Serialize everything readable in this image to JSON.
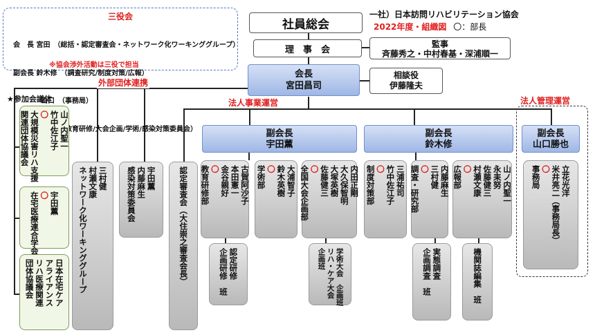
{
  "header": {
    "org_name": "一社）日本訪問リハビリテーション協会",
    "chart_title": "2022年度・組織図",
    "legend": "〇：部長"
  },
  "sanyaku": {
    "title": "三役会",
    "lines": [
      "会　長 宮田　（総括・認定審査会・ネットワーク化ワーキンググループ）",
      "副会長 鈴木修　（調査研究/制度対策/広報）",
      "　　　　山口　（事務局）",
      "　　　　宇田　（教育研修/大会企画/学術/感染対策委員会）"
    ],
    "note": "※協会渉外活動は三役で担当"
  },
  "general_meeting": "社員総会",
  "board": "理　事　会",
  "auditor": {
    "title": "監事",
    "names": "斉藤秀之・中村春基・深浦順一"
  },
  "president": {
    "title": "会長",
    "name": "宮田昌司"
  },
  "advisor": {
    "title": "相談役",
    "name": "伊藤隆夫"
  },
  "labels": {
    "external": "外部団体連携",
    "business": "法人事業運営",
    "management": "法人管理運営",
    "participating": "★参加会議体"
  },
  "vp_uda": {
    "title": "副会長",
    "name": "宇田薫"
  },
  "vp_suzuki": {
    "title": "副会長",
    "name": "鈴木修"
  },
  "vp_yamaguchi": {
    "title": "副会長",
    "name": "山口勝也"
  },
  "left_groups": [
    {
      "text": "大規模災害リハ支援\n関連団体協議会",
      "mark": "〇",
      "names": "山ノ内聖一\n竹中佐江子"
    },
    {
      "text": "在宅医療連合学会",
      "mark": "〇",
      "names": "宇田薫"
    },
    {
      "text": "日本在宅ケア\nアライアンス\nリハ医療関連\n団体協議会",
      "mark": "",
      "names": ""
    }
  ],
  "direct_boxes": [
    {
      "text": "ネットワーク化ワーキンググループ",
      "members": "三村健\n村瀬文康"
    },
    {
      "text": "感染対策委員会",
      "members": "宇田薫\n内藤麻生"
    },
    {
      "text": "認定審査会（大住崇之審査会長）",
      "members": ""
    }
  ],
  "uda_depts": [
    {
      "name": "教育研修部",
      "mark": "〇",
      "members": "古賀阿沙子\n本田憲一\n金谷親好"
    },
    {
      "name": "学術部",
      "mark": "〇",
      "members": "大浦智子\n鈴木英樹"
    },
    {
      "name": "全国大会企画部",
      "mark": "〇",
      "members": "内田正剛\n大久保智明\n大塚英樹\n佐藤健三"
    }
  ],
  "uda_teams": [
    {
      "text": "認定研修\n企画研修　班"
    },
    {
      "text": "学術大会　企画班\nリハ・ケア大会\n企画班"
    }
  ],
  "suzuki_depts": [
    {
      "name": "制度対策部",
      "mark": "〇",
      "members": "三浦祐司\n竹中佐江子"
    },
    {
      "name": "調査・研究部",
      "mark": "〇",
      "members": "内藤麻生\n三村健"
    },
    {
      "name": "広報部",
      "mark": "〇",
      "members": "山ノ内聖一\n永耒努\n佐藤健三\n村瀬文康"
    }
  ],
  "suzuki_teams": [
    {
      "text": "実態調査\n企画調査　班"
    },
    {
      "text": "機関誌編集　班"
    }
  ],
  "yamaguchi_dept": {
    "name": "事務局",
    "mark": "〇",
    "members": "立花光洋\n米井亮二（事務局長）"
  }
}
